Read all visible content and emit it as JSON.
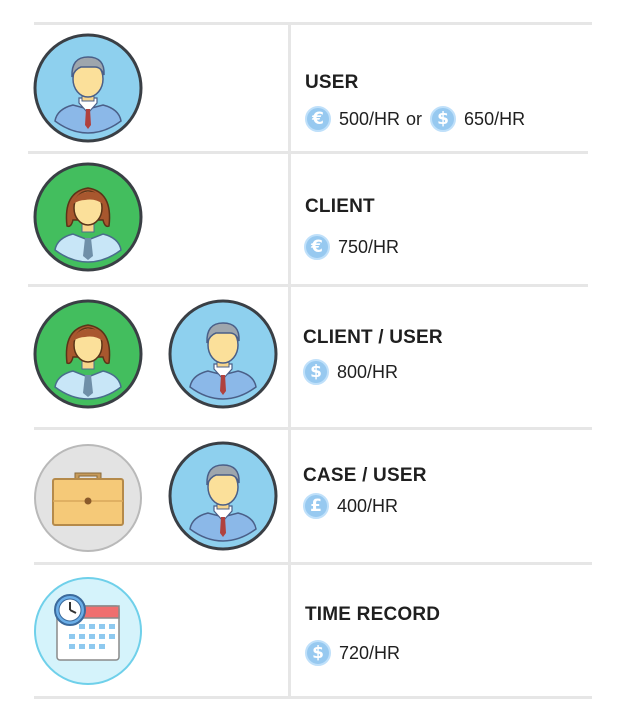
{
  "rows": [
    {
      "title": "USER",
      "rate1": "500/HR",
      "currency1": "€",
      "or": "or",
      "rate2": "650/HR",
      "currency2": "$"
    },
    {
      "title": "CLIENT",
      "rate1": "750/HR",
      "currency1": "€"
    },
    {
      "title": "CLIENT / USER",
      "rate1": "800/HR",
      "currency1": "$"
    },
    {
      "title": "CASE / USER",
      "rate1": "400/HR",
      "currency1": "£"
    },
    {
      "title": "TIME RECORD",
      "rate1": "720/HR",
      "currency1": "$"
    }
  ],
  "icons": {
    "user": "user-avatar-icon",
    "client": "client-avatar-icon",
    "case": "briefcase-icon",
    "time": "calendar-clock-icon"
  },
  "colors": {
    "user_bg": "#8ed0ee",
    "client_bg": "#43be5e",
    "case_bg": "#e3e3e3",
    "time_bg": "#d5f3fb",
    "coin": "#97c9f0",
    "divider": "#e6e6e6"
  }
}
